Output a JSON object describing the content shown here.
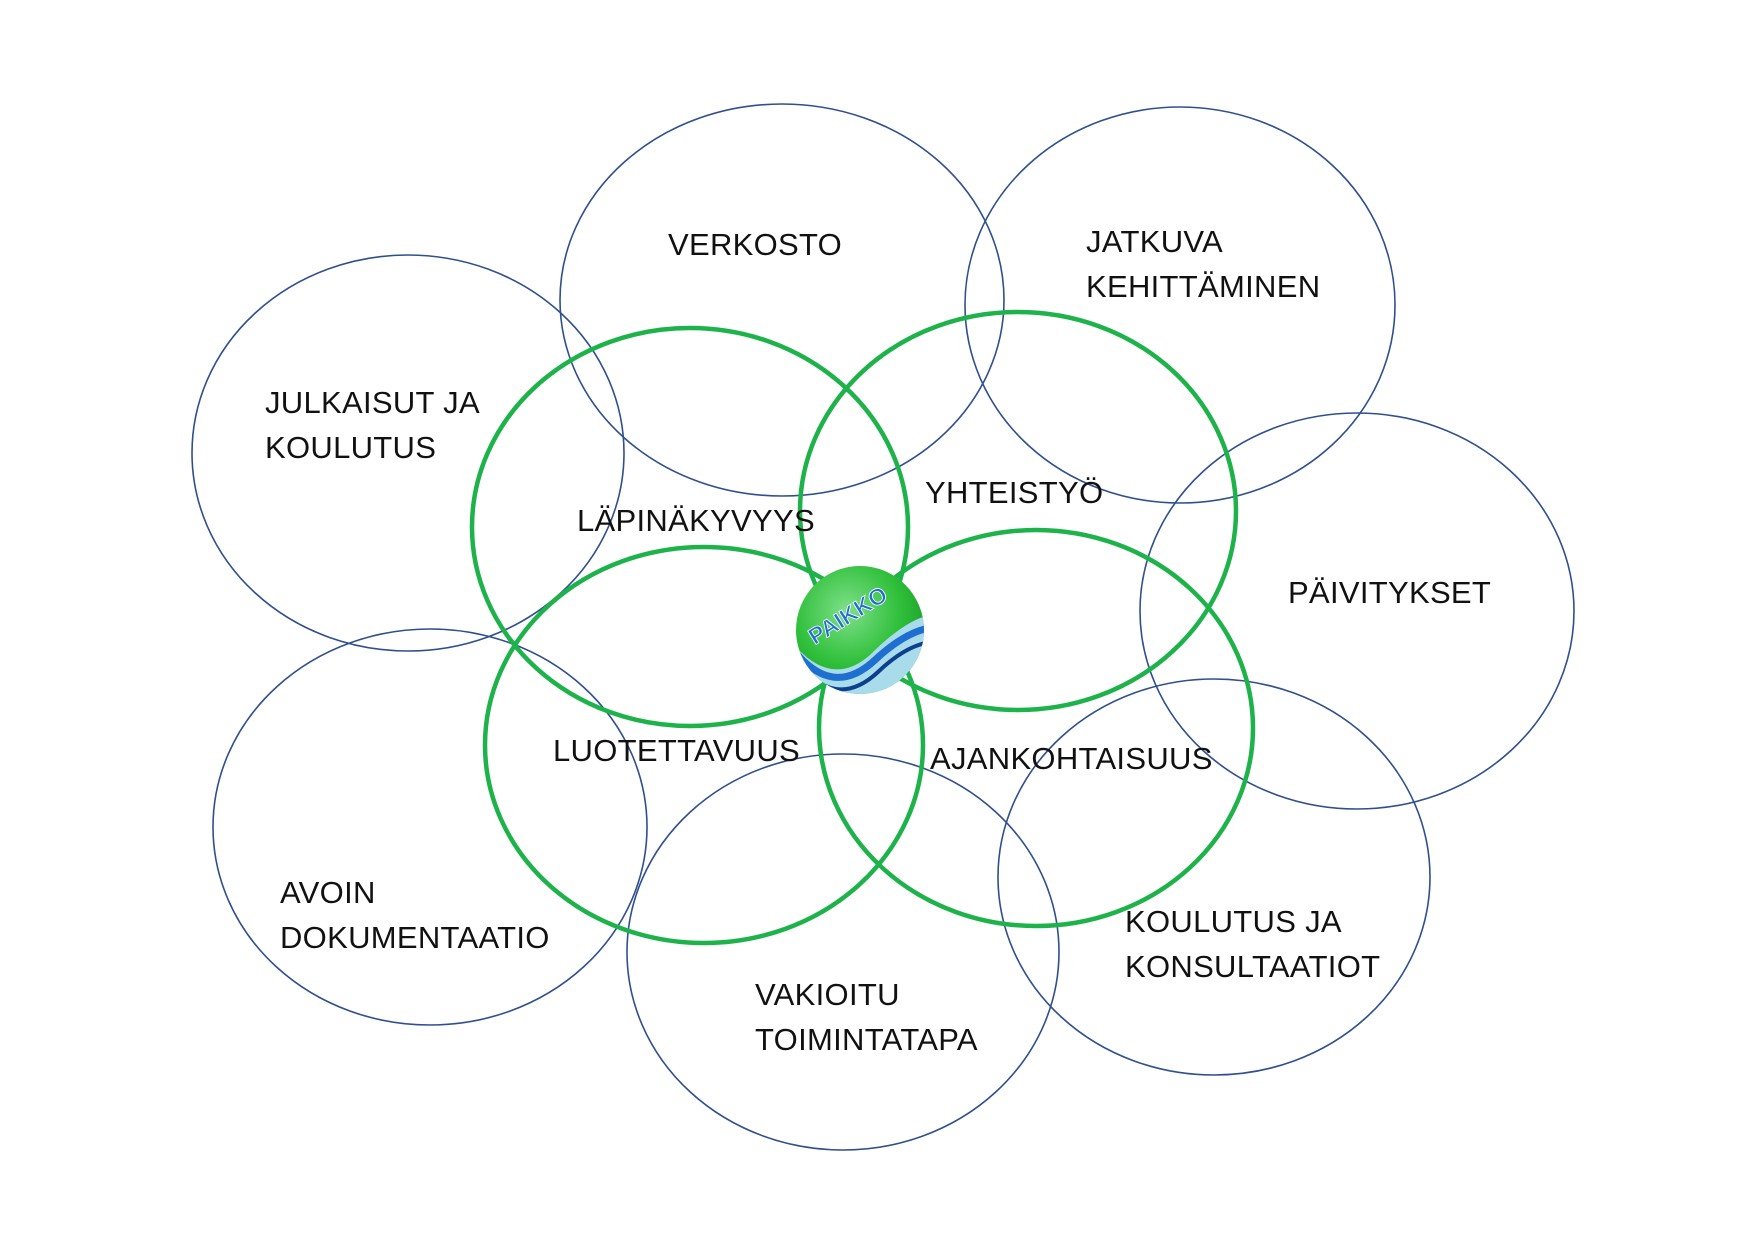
{
  "colors": {
    "outer_stroke": "#2f4f8f",
    "inner_stroke": "#1db34a",
    "logo_green": "#2fbf3a",
    "logo_blue": "#1f6fd1",
    "logo_light": "#a8dcea"
  },
  "logo": {
    "text": "PAIKKO"
  },
  "outer_circles": [
    {
      "id": "verkosto",
      "lines": [
        "VERKOSTO"
      ]
    },
    {
      "id": "jatkuva-kehittaminen",
      "lines": [
        "JATKUVA",
        "KEHITTÄMINEN"
      ]
    },
    {
      "id": "julkaisut-ja-koulutus",
      "lines": [
        "JULKAISUT JA",
        "KOULUTUS"
      ]
    },
    {
      "id": "paivitykset",
      "lines": [
        "PÄIVITYKSET"
      ]
    },
    {
      "id": "avoin-dokumentaatio",
      "lines": [
        "AVOIN",
        "DOKUMENTAATIO"
      ]
    },
    {
      "id": "koulutus-ja-konsultaatiot",
      "lines": [
        "KOULUTUS JA",
        "KONSULTAATIOT"
      ]
    },
    {
      "id": "vakioitu-toimintatapa",
      "lines": [
        "VAKIOITU",
        "TOIMINTATAPA"
      ]
    }
  ],
  "inner_circles": [
    {
      "id": "lapinakyvyys",
      "lines": [
        "LÄPINÄKYVYYS"
      ]
    },
    {
      "id": "yhteistyo",
      "lines": [
        "YHTEISTYÖ"
      ]
    },
    {
      "id": "luotettavuus",
      "lines": [
        "LUOTETTAVUUS"
      ]
    },
    {
      "id": "ajankohtaisuus",
      "lines": [
        "AJANKOHTAISUUS"
      ]
    }
  ]
}
